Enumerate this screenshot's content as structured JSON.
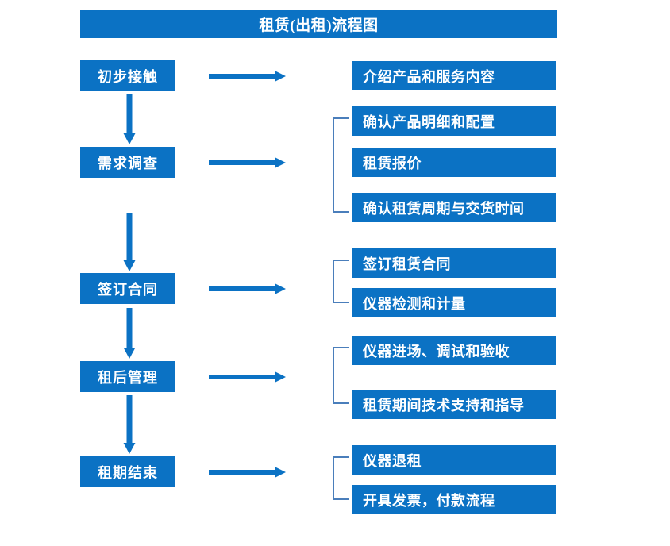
{
  "diagram": {
    "title": "租赁(出租)流程图",
    "colors": {
      "box_blue": "#0b72c4",
      "arrow_blue": "#0b72c4",
      "bracket_blue": "#4a7ebb",
      "text_white": "#ffffff",
      "background": "#ffffff"
    },
    "stages": [
      {
        "id": "stage-1",
        "label": "初步接触"
      },
      {
        "id": "stage-2",
        "label": "需求调查"
      },
      {
        "id": "stage-3",
        "label": "签订合同"
      },
      {
        "id": "stage-4",
        "label": "租后管理"
      },
      {
        "id": "stage-5",
        "label": "租期结束"
      }
    ],
    "details": [
      {
        "id": "detail-1-1",
        "label": "介绍产品和服务内容",
        "group": 1
      },
      {
        "id": "detail-2-1",
        "label": "确认产品明细和配置",
        "group": 2
      },
      {
        "id": "detail-2-2",
        "label": "租赁报价",
        "group": 2
      },
      {
        "id": "detail-2-3",
        "label": "确认租赁周期与交货时间",
        "group": 2
      },
      {
        "id": "detail-3-1",
        "label": "签订租赁合同",
        "group": 3
      },
      {
        "id": "detail-3-2",
        "label": "仪器检测和计量",
        "group": 3
      },
      {
        "id": "detail-4-1",
        "label": "仪器进场、调试和验收",
        "group": 4
      },
      {
        "id": "detail-4-2",
        "label": "租赁期间技术支持和指导",
        "group": 4
      },
      {
        "id": "detail-5-1",
        "label": "仪器退租",
        "group": 5
      },
      {
        "id": "detail-5-2",
        "label": "开具发票，付款流程",
        "group": 5
      }
    ],
    "connectors": {
      "horizontal_arrow_icon": "arrow-right-icon",
      "vertical_arrow_icon": "arrow-down-icon",
      "bracket_icon": "group-bracket-icon"
    }
  }
}
